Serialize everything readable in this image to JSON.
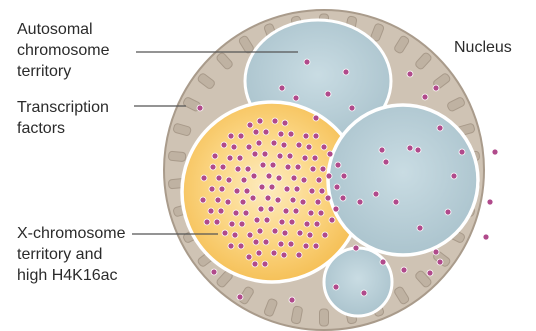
{
  "labels": {
    "autosomal": "Autosomal\nchromosome\nterritory",
    "transcription_factors": "Transcription\nfactors",
    "x_chromosome": "X-chromosome\nterritory and\nhigh H4K16ac",
    "nucleus": "Nucleus"
  },
  "colors": {
    "nucleus_fill": "#cfc3b4",
    "nucleus_border": "#a89a8a",
    "envelope_block": "#bfb2a2",
    "autosome_fill": "#b9cfd8",
    "autosome_border": "#ffffff",
    "x_fill": "#f8c968",
    "x_center": "#fdeabd",
    "dot_fill": "#b04a8b",
    "dot_stroke": "#ffffff",
    "leader_line": "#555555",
    "text": "#2b2b2b"
  }
}
